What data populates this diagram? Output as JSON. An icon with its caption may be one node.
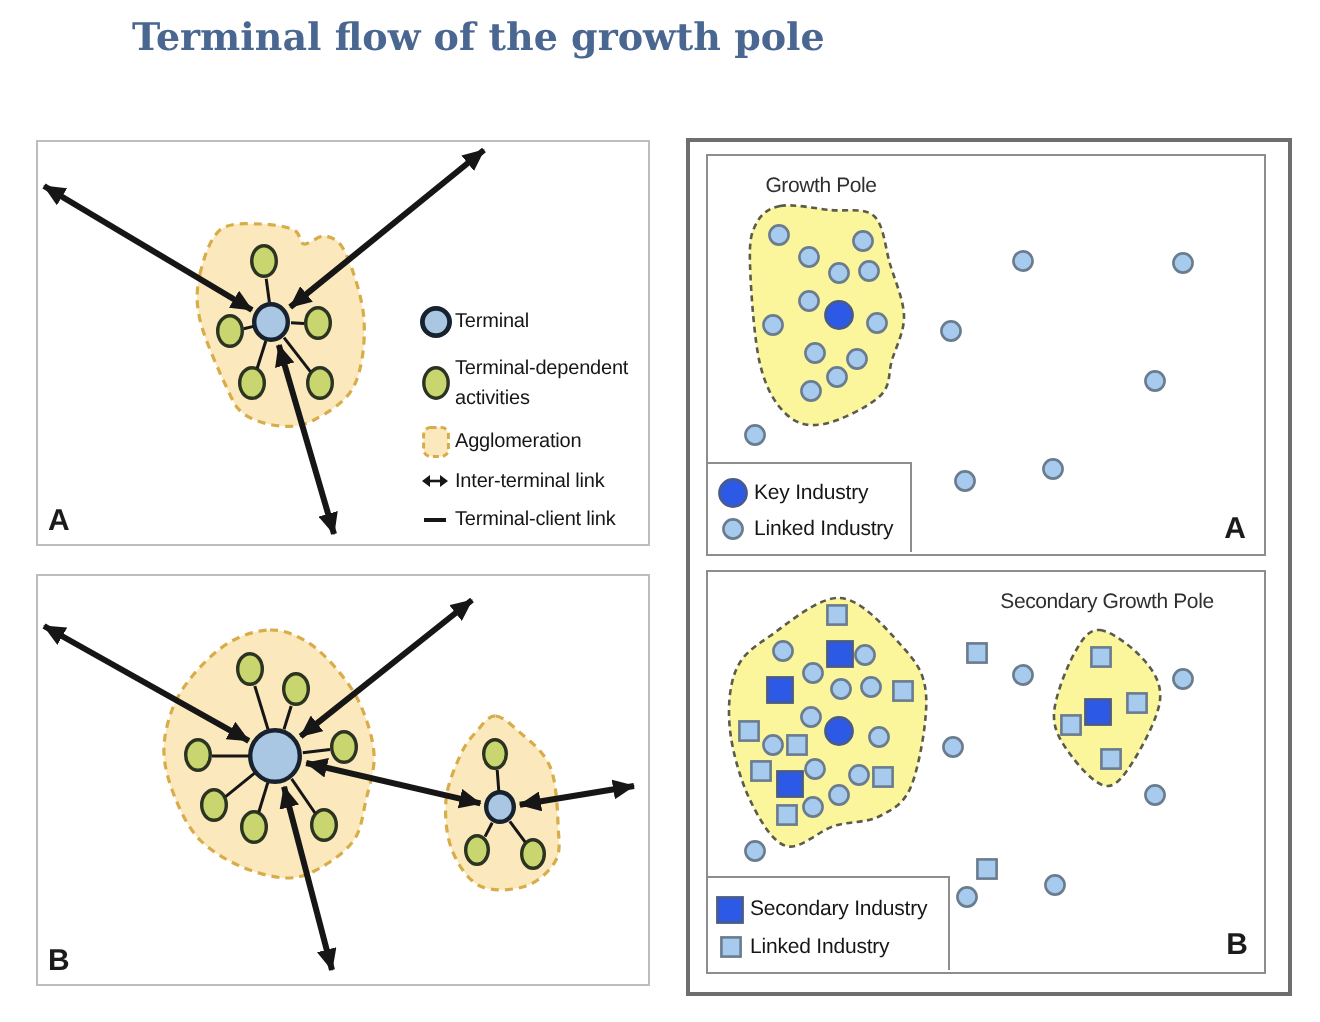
{
  "diagram": {
    "title": "Terminal flow of the growth pole",
    "nodes": [
      {
        "text": [
          "A"
        ]
      },
      {
        "text": [],
        "shape": "blob",
        "in": 0
      },
      {
        "text": [],
        "shape": "circle",
        "in": 1
      },
      {
        "text": [],
        "shape": "circle",
        "in": 1
      },
      {
        "text": [],
        "shape": "circle",
        "in": 1
      },
      {
        "text": [],
        "shape": "circle",
        "in": 1
      },
      {
        "text": [],
        "shape": "circle",
        "in": 1
      },
      {
        "text": [],
        "shape": "circle",
        "in": 1
      },
      {
        "text": [
          "B"
        ]
      },
      {
        "text": [],
        "shape": "blob",
        "in": 8
      },
      {
        "text": [],
        "shape": "circle",
        "in": 9
      },
      {
        "text": [],
        "shape": "circle",
        "in": 9
      },
      {
        "text": [],
        "shape": "circle",
        "in": 9
      },
      {
        "text": [],
        "shape": "circle",
        "in": 9
      },
      {
        "text": [],
        "shape": "circle",
        "in": 9
      },
      {
        "text": [],
        "shape": "circle",
        "in": 9
      },
      {
        "text": [],
        "shape": "circle",
        "in": 9
      },
      {
        "text": [],
        "shape": "circle",
        "in": 9
      },
      {
        "text": [],
        "shape": "blob",
        "in": 8
      },
      {
        "text": [],
        "shape": "circle",
        "in": 18
      },
      {
        "text": [],
        "shape": "circle",
        "in": 18
      },
      {
        "text": [],
        "shape": "circle",
        "in": 18
      },
      {
        "text": [],
        "shape": "circle",
        "in": 18
      },
      {
        "text": [],
        "shape": "box"
      },
      {
        "text": [
          "A"
        ],
        "in": 23
      },
      {
        "text": [
          "Growth Pole"
        ],
        "in": 24
      },
      {
        "text": [
          "B"
        ],
        "in": 23
      },
      {
        "text": [],
        "shape": "blob",
        "in": 26
      },
      {
        "text": [
          "Secondary Growth Pole"
        ],
        "in": 26
      }
    ],
    "edges": [
      {
        "from": 2,
        "to": 3,
        "arrow": "none"
      },
      {
        "from": 2,
        "to": 4,
        "arrow": "none"
      },
      {
        "from": 2,
        "to": 5,
        "arrow": "none"
      },
      {
        "from": 2,
        "to": 6,
        "arrow": "none"
      },
      {
        "from": 2,
        "to": 7,
        "arrow": "none"
      },
      {
        "from": 2,
        "to": null,
        "arrow": "both",
        "style": "thick"
      },
      {
        "from": 2,
        "to": null,
        "arrow": "both",
        "style": "thick"
      },
      {
        "from": 2,
        "to": null,
        "arrow": "both",
        "style": "thick"
      },
      {
        "from": 10,
        "to": 11,
        "arrow": "none"
      },
      {
        "from": 10,
        "to": 12,
        "arrow": "none"
      },
      {
        "from": 10,
        "to": 13,
        "arrow": "none"
      },
      {
        "from": 10,
        "to": 14,
        "arrow": "none"
      },
      {
        "from": 10,
        "to": 15,
        "arrow": "none"
      },
      {
        "from": 10,
        "to": 16,
        "arrow": "none"
      },
      {
        "from": 10,
        "to": 17,
        "arrow": "none"
      },
      {
        "from": 10,
        "to": null,
        "arrow": "both",
        "style": "thick"
      },
      {
        "from": 10,
        "to": null,
        "arrow": "both",
        "style": "thick"
      },
      {
        "from": 10,
        "to": null,
        "arrow": "both",
        "style": "thick"
      },
      {
        "from": 10,
        "to": 19,
        "arrow": "both",
        "style": "thick"
      },
      {
        "from": 19,
        "to": null,
        "arrow": "both",
        "style": "thick"
      },
      {
        "from": 19,
        "to": 20,
        "arrow": "none"
      },
      {
        "from": 19,
        "to": 21,
        "arrow": "none"
      },
      {
        "from": 19,
        "to": 22,
        "arrow": "none"
      }
    ],
    "legend": [
      {
        "text": "Terminal"
      },
      {
        "text": "Terminal-dependent activities"
      },
      {
        "text": "Agglomeration"
      },
      {
        "text": "Inter-terminal link"
      },
      {
        "text": "Terminal-client link"
      },
      {
        "text": "Key Industry"
      },
      {
        "text": "Linked Industry"
      },
      {
        "text": "Secondary Industry"
      },
      {
        "text": "Linked Industry"
      }
    ]
  }
}
